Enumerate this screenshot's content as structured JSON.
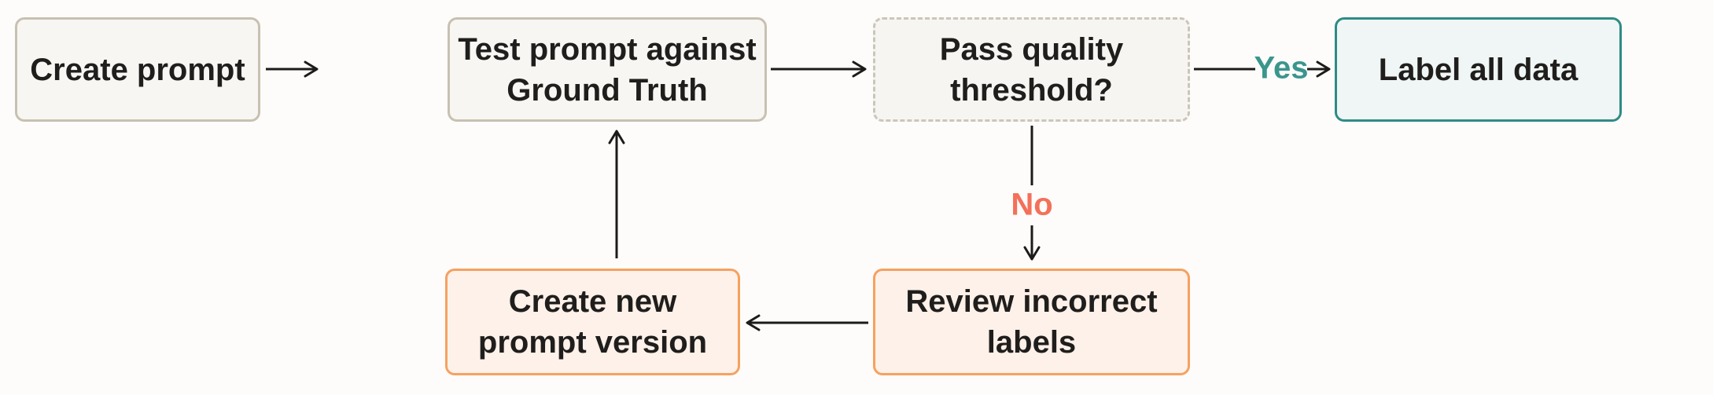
{
  "flowchart": {
    "nodes": {
      "create_prompt": {
        "label": "Create prompt",
        "lines": [
          "Create prompt"
        ],
        "type": "process"
      },
      "test_prompt": {
        "label": "Test prompt against Ground Truth",
        "lines": [
          "Test prompt against",
          "Ground Truth"
        ],
        "type": "process"
      },
      "pass_threshold": {
        "label": "Pass quality threshold?",
        "lines": [
          "Pass quality",
          "threshold?"
        ],
        "type": "decision"
      },
      "label_all_data": {
        "label": "Label all data",
        "lines": [
          "Label all data"
        ],
        "type": "terminal"
      },
      "review_labels": {
        "label": "Review incorrect labels",
        "lines": [
          "Review incorrect",
          "labels"
        ],
        "type": "action"
      },
      "new_prompt_version": {
        "label": "Create new prompt version",
        "lines": [
          "Create new",
          "prompt version"
        ],
        "type": "action"
      }
    },
    "edges": [
      {
        "from": "create_prompt",
        "to": "test_prompt",
        "label": ""
      },
      {
        "from": "test_prompt",
        "to": "pass_threshold",
        "label": ""
      },
      {
        "from": "pass_threshold",
        "to": "label_all_data",
        "label": "Yes"
      },
      {
        "from": "pass_threshold",
        "to": "review_labels",
        "label": "No"
      },
      {
        "from": "review_labels",
        "to": "new_prompt_version",
        "label": ""
      },
      {
        "from": "new_prompt_version",
        "to": "test_prompt",
        "label": ""
      }
    ],
    "colors": {
      "background": "#fdfcfa",
      "neutral_border": "#c8c1b1",
      "neutral_fill": "#f7f6f3",
      "decision_border": "#ccc6b9",
      "decision_fill": "#f6f5f2",
      "teal_border": "#2e8c85",
      "teal_fill": "#eff6f5",
      "orange_border": "#f6a160",
      "orange_fill": "#fdf1e9",
      "yes_label": "#3a968c",
      "no_label": "#f4705a",
      "arrow": "#1c1b1a",
      "text": "#201e1c"
    }
  }
}
